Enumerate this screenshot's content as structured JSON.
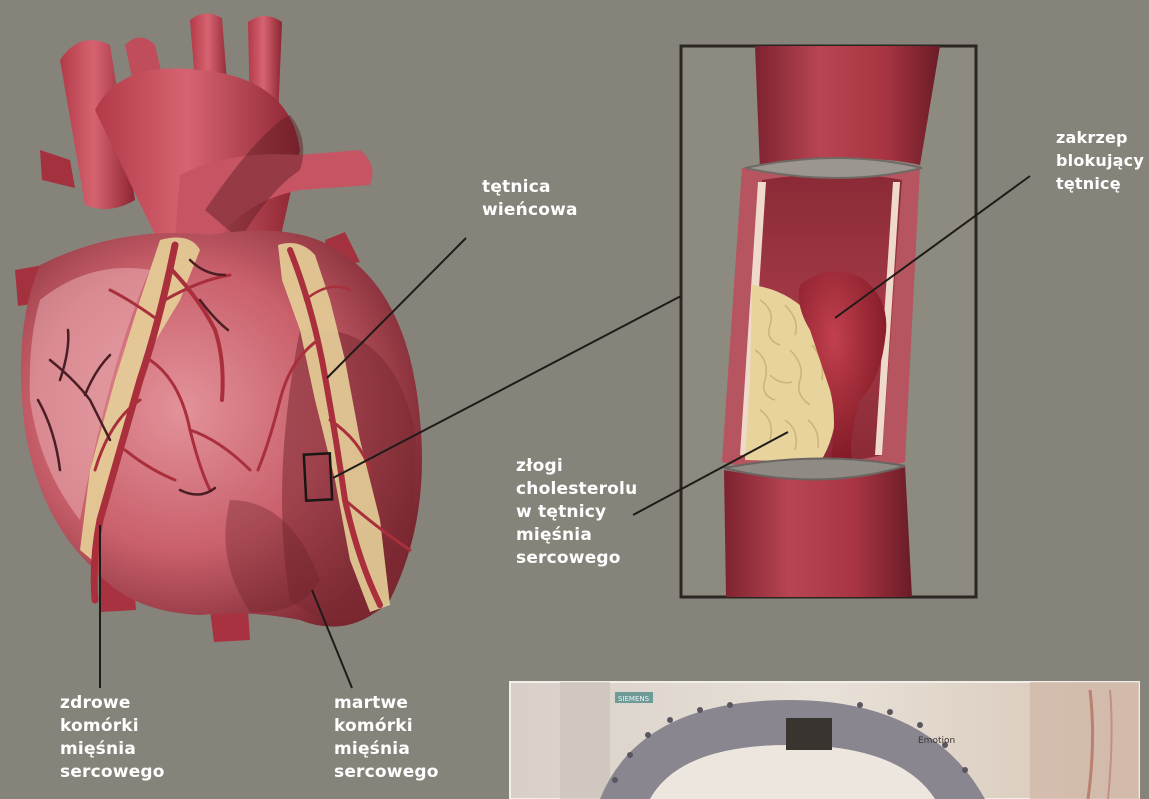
{
  "colors": {
    "background": "#86847a",
    "heart_muscle": "#c8606a",
    "artery_red": "#b03440",
    "fat_yellow": "#e6cf98",
    "thrombus": "#9a1f2c",
    "frame_dark": "#2a2622",
    "label_text": "#ffffff"
  },
  "labels": {
    "coronary_artery": [
      "tętnica",
      "wieńcowa"
    ],
    "clot": [
      "zakrzep",
      "blokujący",
      "tętnicę"
    ],
    "cholesterol": [
      "złogi",
      "cholesterolu",
      "w tętnicy",
      "mięśnia",
      "sercowego"
    ],
    "healthy_cells": [
      "zdrowe",
      "komórki",
      "mięśnia",
      "sercowego"
    ],
    "dead_cells": [
      "martwe",
      "komórki",
      "mięśnia",
      "sercowego"
    ]
  },
  "photo": {
    "tags": [
      "SIEMENS",
      "Emotion"
    ]
  }
}
